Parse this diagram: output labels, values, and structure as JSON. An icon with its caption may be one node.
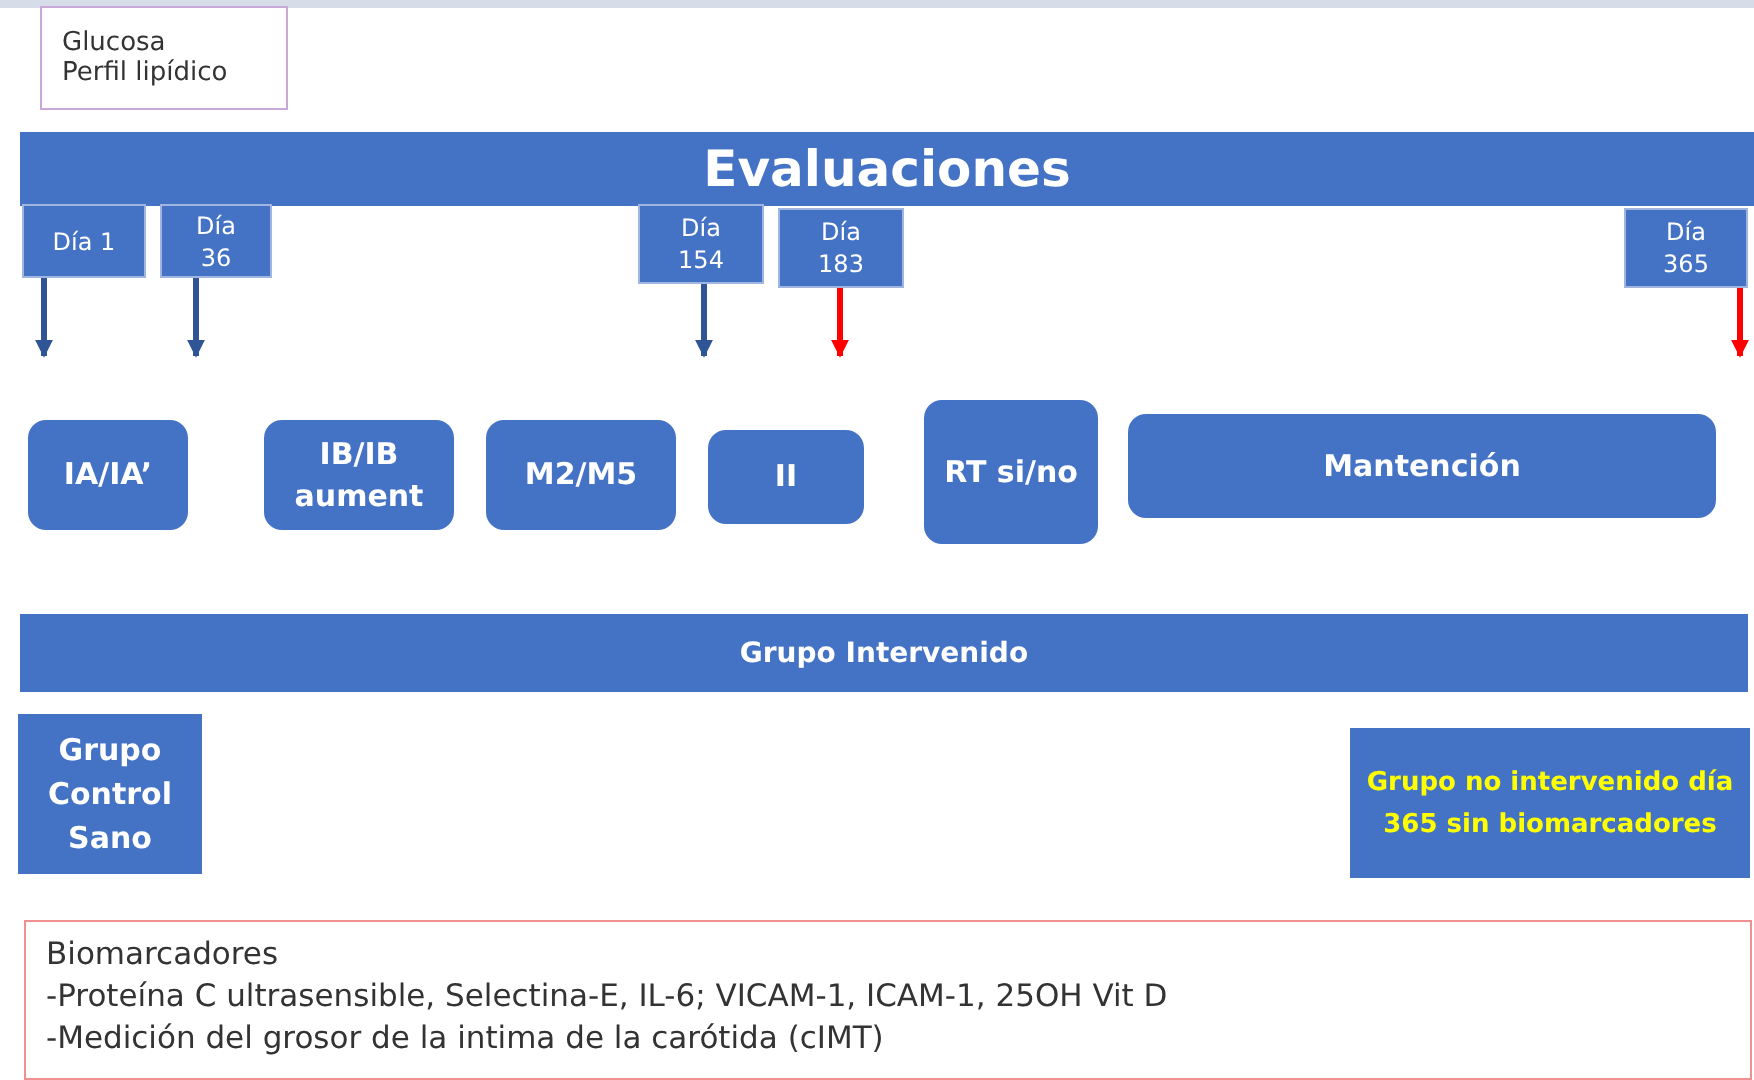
{
  "diagram": {
    "nodes": [
      {
        "text": [
          "Glucosa",
          "Perfil lipídico"
        ]
      },
      {
        "text": [
          "Evaluaciones"
        ]
      },
      {
        "text": [
          "Día 1"
        ]
      },
      {
        "text": [
          "Día 36"
        ]
      },
      {
        "text": [
          "Día 154"
        ]
      },
      {
        "text": [
          "Día 183"
        ]
      },
      {
        "text": [
          "Día 365"
        ]
      },
      {
        "text": [
          "IA/IA’"
        ]
      },
      {
        "text": [
          "IB/IB aument"
        ]
      },
      {
        "text": [
          "M2/M5"
        ]
      },
      {
        "text": [
          "II"
        ]
      },
      {
        "text": [
          "RT si/no"
        ]
      },
      {
        "text": [
          "Mantención"
        ]
      },
      {
        "text": [
          "Grupo Intervenido"
        ]
      },
      {
        "text": [
          "Grupo Control Sano"
        ]
      },
      {
        "text": [
          "Grupo no intervenido día 365 sin biomarcadores"
        ]
      },
      {
        "text": [
          "Biomarcadores",
          "-Proteína C ultrasensible, Selectina-E, IL-6; VICAM-1, ICAM-1, 25OH Vit D",
          "-Medición del grosor de la intima de la carótida (cIMT)"
        ]
      }
    ],
    "edges": [
      {
        "from": 2,
        "to": null,
        "arrow": "to"
      },
      {
        "from": 3,
        "to": null,
        "arrow": "to"
      },
      {
        "from": 4,
        "to": null,
        "arrow": "to"
      },
      {
        "from": 5,
        "to": null,
        "arrow": "to",
        "color": "#ff0000"
      },
      {
        "from": 6,
        "to": null,
        "arrow": "to",
        "color": "#ff0000"
      }
    ]
  }
}
